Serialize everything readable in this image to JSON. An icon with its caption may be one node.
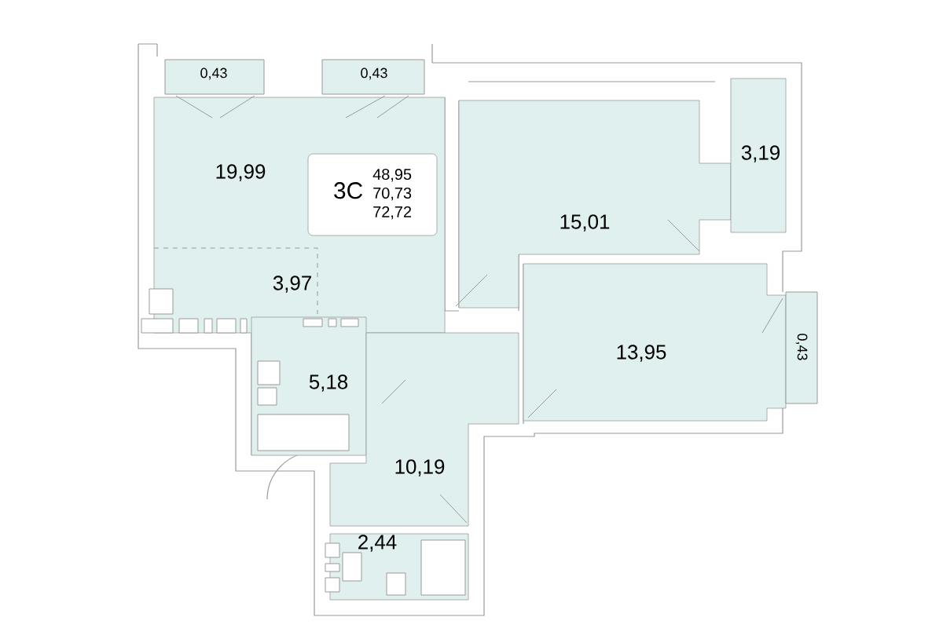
{
  "diagram": {
    "nodes": [
      {
        "text": [
          "0,43"
        ]
      },
      {
        "text": [
          "0,43"
        ]
      },
      {
        "text": [
          "19,99"
        ]
      },
      {
        "text": [
          "3С",
          "48,95",
          "70,73",
          "72,72"
        ],
        "in": 2
      },
      {
        "text": [
          "3,97"
        ],
        "in": 2
      },
      {
        "text": [
          "15,01"
        ]
      },
      {
        "text": [
          "3,19"
        ]
      },
      {
        "text": [
          "13,95"
        ]
      },
      {
        "text": [
          "0,43"
        ]
      },
      {
        "text": [
          "5,18"
        ]
      },
      {
        "text": [
          "10,19"
        ]
      },
      {
        "text": [
          "2,44"
        ]
      }
    ]
  }
}
